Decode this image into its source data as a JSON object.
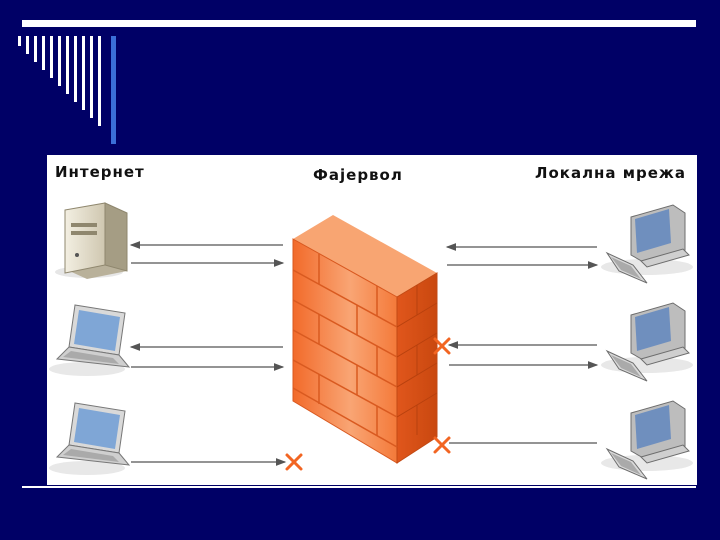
{
  "slide": {
    "background_color": "#000066",
    "accent_color": "#3b6fd8"
  },
  "diagram": {
    "labels": {
      "internet": "Интернет",
      "firewall": "Фајервол",
      "lan": "Локална мрежа"
    },
    "firewall_color": "#f47a3a",
    "blocked_marker_color": "#f26522",
    "left_devices": [
      "server-icon",
      "laptop-icon",
      "laptop-icon"
    ],
    "right_devices": [
      "desktop-computer-icon",
      "desktop-computer-icon",
      "desktop-computer-icon"
    ]
  }
}
